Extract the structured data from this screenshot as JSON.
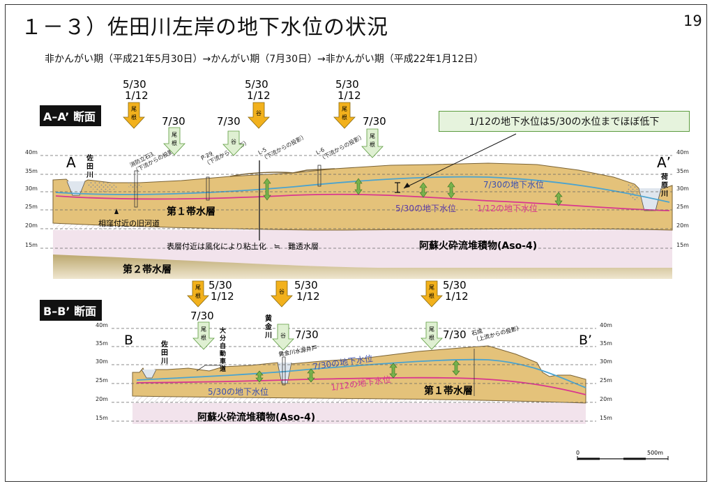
{
  "title": "１－３）佐田川左岸の地下水位の状況",
  "page_number": "19",
  "subtitle": "非かんがい期（平成21年5月30日）→かんがい期（7月30日）→非かんがい期（平成22年1月12日）",
  "callout": "1/12の地下水位は5/30の水位までほぼ低下",
  "colors": {
    "sand": "#e4c27a",
    "purple_layer": "#f2e3ec",
    "dark_layer": "#c8b27a",
    "water_0730": "#4aa3cf",
    "water_0530": "#6a55b0",
    "water_0112": "#d9368f",
    "yellow_arrow": "#f2b11c",
    "green_arrow": "#dff0d2"
  },
  "date_labels": {
    "d0530": "5/30",
    "d0112": "1/12",
    "d0730": "7/30"
  },
  "arrow_kanji": {
    "ridge": [
      "尾",
      "根"
    ],
    "valley": "谷"
  },
  "legend_lines": {
    "w0730": "7/30の地下水位",
    "w0530": "5/30の地下水位",
    "w0112": "1/12の地下水位"
  },
  "scale_bar": {
    "start": "0",
    "end": "500m"
  },
  "sectionA": {
    "label": "A–A’ 断面",
    "end_left": "A",
    "end_right": "A’",
    "river_left": [
      "佐",
      "田",
      "川"
    ],
    "river_right": [
      "荷",
      "原",
      "川"
    ],
    "elevations": [
      "40m",
      "35m",
      "30m",
      "25m",
      "20m",
      "15m"
    ],
    "wells": [
      {
        "name": "消防立石3",
        "note": "（下流からの投影）"
      },
      {
        "name": "P-29",
        "note": "（下流からの投影）"
      },
      {
        "name": "L-5",
        "note": "（下流からの投影）"
      },
      {
        "name": "L-6",
        "note": "（下流からの投影）"
      }
    ],
    "aquifer1": "第１帯水層",
    "old_channel": "相窪付近の旧河道",
    "weathering": "表層付近は風化により粘土化　≒　難透水層",
    "aso": "阿蘇火砕流堆積物(Aso-4)",
    "aquifer2": "第２帯水層"
  },
  "sectionB": {
    "label": "B–B’ 断面",
    "end_left": "B",
    "end_right": "B’",
    "river_left": [
      "佐",
      "田",
      "川"
    ],
    "river_mid": [
      "黄",
      "金",
      "川"
    ],
    "expressway": [
      "大",
      "分",
      "自",
      "動",
      "車",
      "道"
    ],
    "well_spring": "黄金川水源井戸",
    "well_ishinari": {
      "name": "石成",
      "note": "（上流からの投影）"
    },
    "elevations": [
      "40m",
      "35m",
      "30m",
      "25m",
      "20m",
      "15m"
    ],
    "aquifer1": "第１帯水層",
    "aso": "阿蘇火砕流堆積物(Aso-4)"
  }
}
